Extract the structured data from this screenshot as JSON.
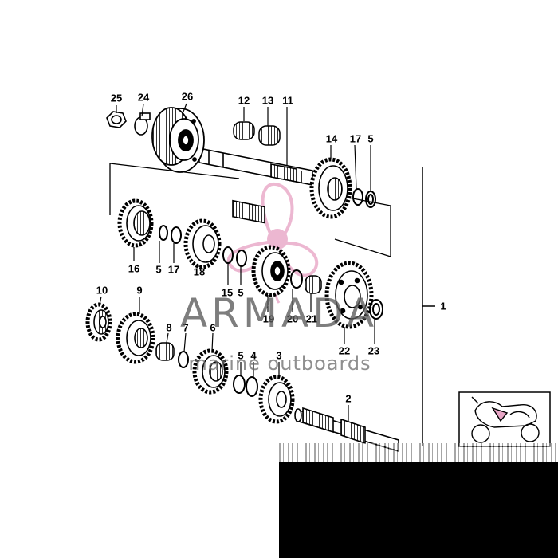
{
  "brand": {
    "name": "ARMADA",
    "tagline": "marine outboards",
    "color": "#5a5a5a",
    "logo_color": "#e8a6c6"
  },
  "assembly_label": "1",
  "callouts": [
    {
      "id": "25",
      "label": "25"
    },
    {
      "id": "24",
      "label": "24"
    },
    {
      "id": "26",
      "label": "26"
    },
    {
      "id": "12",
      "label": "12"
    },
    {
      "id": "13",
      "label": "13"
    },
    {
      "id": "11",
      "label": "11"
    },
    {
      "id": "14",
      "label": "14"
    },
    {
      "id": "17a",
      "label": "17"
    },
    {
      "id": "5a",
      "label": "5"
    },
    {
      "id": "16",
      "label": "16"
    },
    {
      "id": "5b",
      "label": "5"
    },
    {
      "id": "17b",
      "label": "17"
    },
    {
      "id": "18",
      "label": "18"
    },
    {
      "id": "15",
      "label": "15"
    },
    {
      "id": "5c",
      "label": "5"
    },
    {
      "id": "19",
      "label": "19"
    },
    {
      "id": "20",
      "label": "20"
    },
    {
      "id": "21",
      "label": "21"
    },
    {
      "id": "22",
      "label": "22"
    },
    {
      "id": "23",
      "label": "23"
    },
    {
      "id": "10",
      "label": "10"
    },
    {
      "id": "9",
      "label": "9"
    },
    {
      "id": "8",
      "label": "8"
    },
    {
      "id": "7",
      "label": "7"
    },
    {
      "id": "6",
      "label": "6"
    },
    {
      "id": "5d",
      "label": "5"
    },
    {
      "id": "4",
      "label": "4"
    },
    {
      "id": "3",
      "label": "3"
    },
    {
      "id": "2",
      "label": "2"
    }
  ]
}
